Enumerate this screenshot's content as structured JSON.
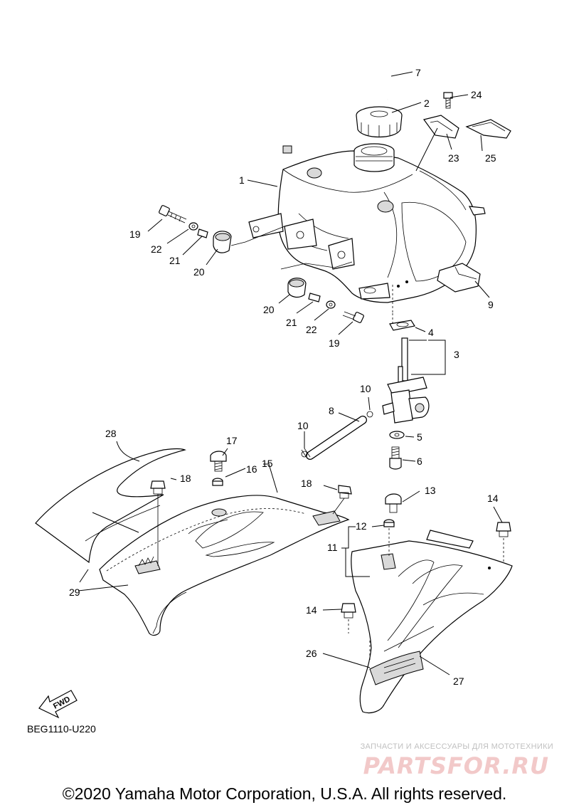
{
  "diagram": {
    "code": "BEG1110-U220",
    "copyright": "©2020 Yamaha Motor Corporation, U.S.A. All rights reserved.",
    "fwd_label": "FWD",
    "callouts": [
      {
        "id": "c1",
        "label": "1"
      },
      {
        "id": "c2",
        "label": "2"
      },
      {
        "id": "c3",
        "label": "3"
      },
      {
        "id": "c4",
        "label": "4"
      },
      {
        "id": "c5",
        "label": "5"
      },
      {
        "id": "c6",
        "label": "6"
      },
      {
        "id": "c7",
        "label": "7"
      },
      {
        "id": "c8",
        "label": "8"
      },
      {
        "id": "c9",
        "label": "9"
      },
      {
        "id": "c10a",
        "label": "10"
      },
      {
        "id": "c10b",
        "label": "10"
      },
      {
        "id": "c11",
        "label": "11"
      },
      {
        "id": "c12",
        "label": "12"
      },
      {
        "id": "c13",
        "label": "13"
      },
      {
        "id": "c14a",
        "label": "14"
      },
      {
        "id": "c14b",
        "label": "14"
      },
      {
        "id": "c15",
        "label": "15"
      },
      {
        "id": "c16",
        "label": "16"
      },
      {
        "id": "c17",
        "label": "17"
      },
      {
        "id": "c18a",
        "label": "18"
      },
      {
        "id": "c18b",
        "label": "18"
      },
      {
        "id": "c19a",
        "label": "19"
      },
      {
        "id": "c19b",
        "label": "19"
      },
      {
        "id": "c20a",
        "label": "20"
      },
      {
        "id": "c20b",
        "label": "20"
      },
      {
        "id": "c21a",
        "label": "21"
      },
      {
        "id": "c21b",
        "label": "21"
      },
      {
        "id": "c22a",
        "label": "22"
      },
      {
        "id": "c22b",
        "label": "22"
      },
      {
        "id": "c23",
        "label": "23"
      },
      {
        "id": "c24",
        "label": "24"
      },
      {
        "id": "c25",
        "label": "25"
      },
      {
        "id": "c26",
        "label": "26"
      },
      {
        "id": "c27",
        "label": "27"
      },
      {
        "id": "c28",
        "label": "28"
      },
      {
        "id": "c29",
        "label": "29"
      }
    ]
  },
  "watermark": {
    "tagline": "ЗАПЧАСТИ И АКСЕССУАРЫ ДЛЯ МОТОТЕХНИКИ",
    "logo": "PARTSFOR.RU"
  }
}
